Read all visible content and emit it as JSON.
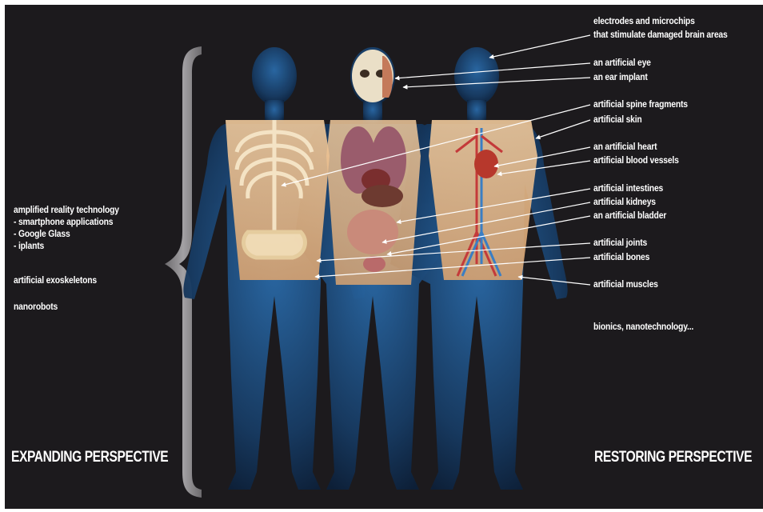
{
  "colors": {
    "background": "#1c1a1d",
    "brace": "#8f8d90",
    "body_glow": "#3f8ac4",
    "torso_skin": "#e8b98a",
    "label_text": "#ffffff",
    "arrow": "#ffffff"
  },
  "left_panel": {
    "lines": [
      "amplified reality technology",
      "- smartphone applications",
      "- Google Glass",
      "- iplants"
    ],
    "exoskeletons": "artificial exoskeletons",
    "nanorobots": "nanorobots"
  },
  "right_labels": {
    "electrodes_1": "electrodes and microchips",
    "electrodes_2": "that stimulate damaged brain areas",
    "eye": "an artificial eye",
    "ear": "an ear implant",
    "spine": "artificial spine fragments",
    "skin": "artificial skin",
    "heart": "an artificial heart",
    "vessels": "artificial blood vessels",
    "intestines": "artificial intestines",
    "kidneys": "artificial kidneys",
    "bladder": "an artificial bladder",
    "joints": "artificial joints",
    "bones": "artificial bones",
    "muscles": "artificial muscles",
    "bionics": "bionics, nanotechnology..."
  },
  "perspectives": {
    "expanding": "EXPANDING PERSPECTIVE",
    "restoring": "RESTORING PERSPECTIVE"
  }
}
